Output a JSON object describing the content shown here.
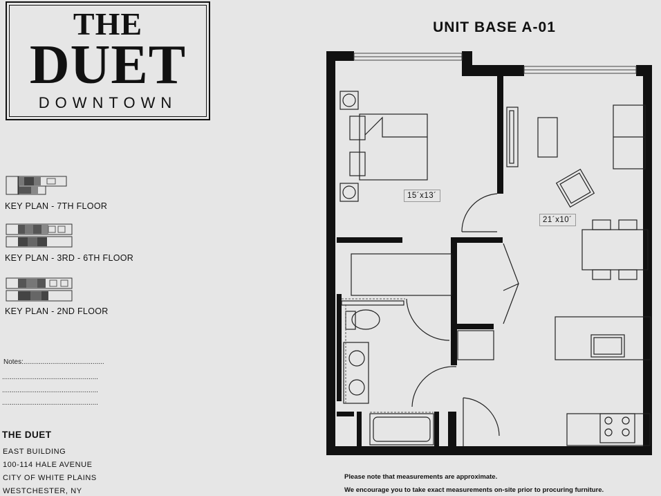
{
  "logo": {
    "line1": "THE",
    "line2": "DUET",
    "line3": "DOWNTOWN"
  },
  "unit_title": "UNIT BASE A-01",
  "key_plans": [
    {
      "label": "KEY PLAN - 7TH FLOOR"
    },
    {
      "label": "KEY PLAN - 3RD - 6TH FLOOR"
    },
    {
      "label": "KEY PLAN - 2ND FLOOR"
    }
  ],
  "notes": {
    "label": "Notes:..........................................",
    "lines": [
      "..................................................",
      "..................................................",
      ".................................................."
    ]
  },
  "address": {
    "title": "THE DUET",
    "lines": [
      "EAST BUILDING",
      "100-114 HALE AVENUE",
      "CITY OF WHITE PLAINS",
      "WESTCHESTER, NY"
    ]
  },
  "rooms": {
    "bedroom_dims": "15´x13´",
    "living_dims": "21´x10´"
  },
  "disclaimer": {
    "line1": "Please note that measurements are approximate.",
    "line2": "We encourage you to take exact measurements on-site prior to procuring furniture."
  }
}
